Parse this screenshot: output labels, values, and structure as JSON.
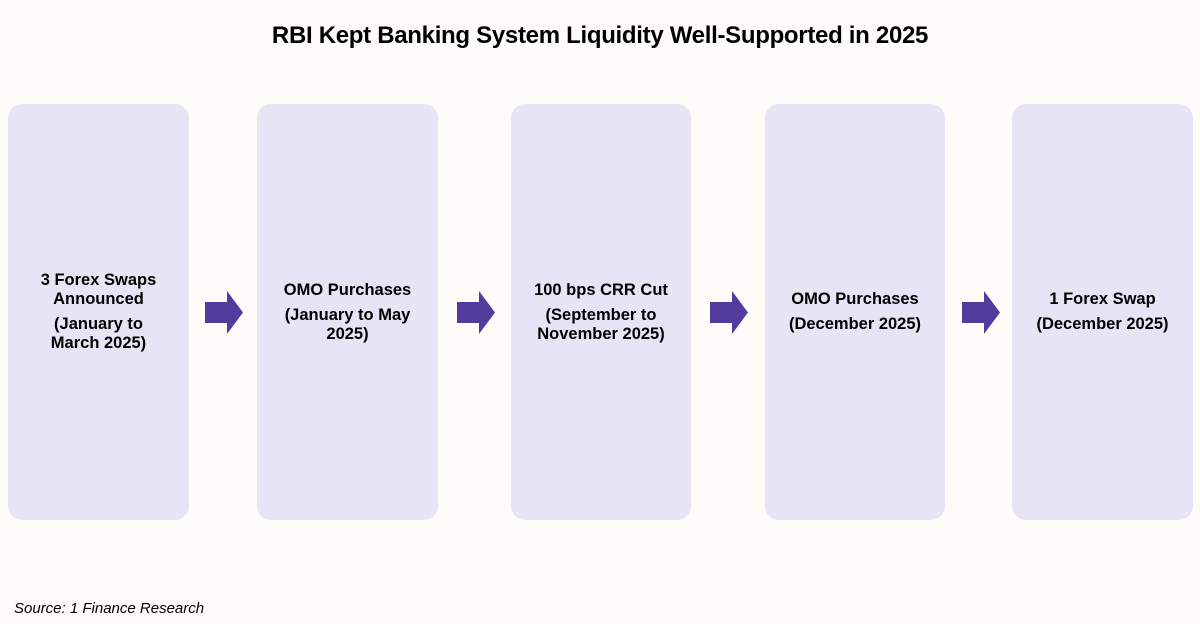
{
  "title": "RBI Kept Banking System Liquidity Well-Supported in 2025",
  "accent_color": "#523c9e",
  "box_color": "#e7e5f5",
  "steps": [
    {
      "head": "3 Forex Swaps Announced",
      "sub": "(January to March 2025)"
    },
    {
      "head": "OMO Purchases",
      "sub": "(January to May 2025)"
    },
    {
      "head": "100 bps CRR Cut",
      "sub": "(September to November 2025)"
    },
    {
      "head": "OMO Purchases",
      "sub": "(December 2025)"
    },
    {
      "head": "1 Forex Swap",
      "sub": "(December 2025)"
    }
  ],
  "arrow_icon": "right-arrow-icon",
  "source": "Source: 1 Finance Research"
}
